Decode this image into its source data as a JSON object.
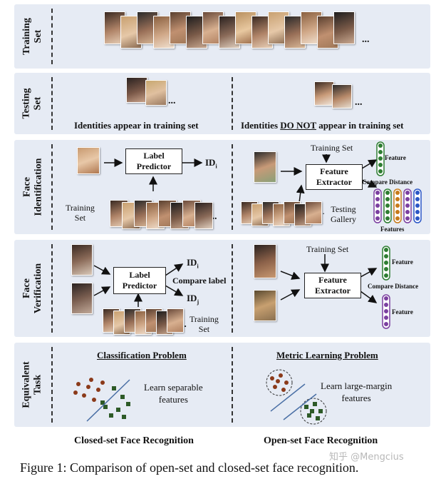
{
  "panels": {
    "training": {
      "label": "Training\nSet",
      "ellipsis": "..."
    },
    "testing": {
      "label": "Testing\nSet",
      "ellipsis_left": "...",
      "ellipsis_right": "...",
      "left_caption": "Identities appear in training set",
      "right_caption_pre": "Identities ",
      "right_caption_emph": "DO NOT",
      "right_caption_post": " appear in training set"
    },
    "identification": {
      "label": "Face\nIdentification",
      "label_predictor": "Label\nPredictor",
      "id_output": "ID",
      "id_sub": "i",
      "training_set": "Training\nSet",
      "ellipsis_left": "...",
      "training_set_right": "Training Set",
      "feature_extractor": "Feature\nExtractor",
      "feature": "Feature",
      "compare_distance": "Compare Distance",
      "testing_gallery": "Testing\nGallery",
      "features": "Features",
      "ellipsis_right": "..."
    },
    "verification": {
      "label": "Face\nVerification",
      "label_predictor": "Label\nPredictor",
      "id_i": "ID",
      "id_i_sub": "i",
      "id_j": "ID",
      "id_j_sub": "j",
      "compare_label": "Compare label",
      "training_set": "Training\nSet",
      "ellipsis": "...",
      "training_set_right": "Training Set",
      "feature_extractor": "Feature\nExtractor",
      "feature_top": "Feature",
      "compare_distance": "Compare Distance",
      "feature_bottom": "Feature"
    },
    "equivalent": {
      "label": "Equivalent\nTask",
      "left_title": "Classification Problem",
      "left_text": "Learn separable\nfeatures",
      "right_title": "Metric Learning Problem",
      "right_text": "Learn large-margin\nfeatures"
    }
  },
  "bottom": {
    "left_title": "Closed-set Face Recognition",
    "right_title": "Open-set Face Recognition"
  },
  "figure_caption": "Figure 1: Comparison of open-set and closed-set face recognition.",
  "watermark": "知乎 @Mengcius",
  "colors": {
    "panel_bg": "#e6ebf4",
    "dot_brown": "#8b3a1a",
    "square_green": "#2d5a27",
    "line_blue": "#4a6fa5",
    "feature_green": "#2e7d32",
    "feature_purple": "#7b3fa0",
    "feature_orange": "#c77a1a",
    "feature_blue": "#2a56c6"
  }
}
